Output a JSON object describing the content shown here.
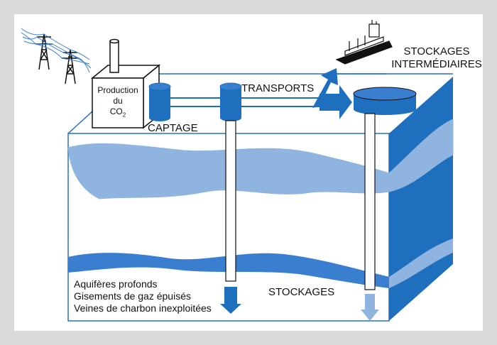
{
  "labels": {
    "production_line1": "Production",
    "production_line2": "du",
    "production_line3_main": "CO",
    "production_line3_sub": "2",
    "captage": "CAPTAGE",
    "transports": "TRANSPORTS",
    "stockages_intermediaires_line1": "STOCKAGES",
    "stockages_intermediaires_line2": "INTERMÉDIAIRES",
    "stockages": "STOCKAGES"
  },
  "storage_types": [
    "Aquifères profonds",
    "Gisements de gaz épuisés",
    "Veines de charbon inexploitées"
  ],
  "colors": {
    "frame_background": "#d9d9d9",
    "canvas": "#ffffff",
    "dark_blue": "#1f6fbf",
    "medium_blue": "#3a7fcf",
    "light_blue": "#8fb4e0",
    "outline": "#000000"
  },
  "icons": [
    "power-pylon-icon",
    "tanker-ship-icon",
    "arrow-down-icon"
  ]
}
